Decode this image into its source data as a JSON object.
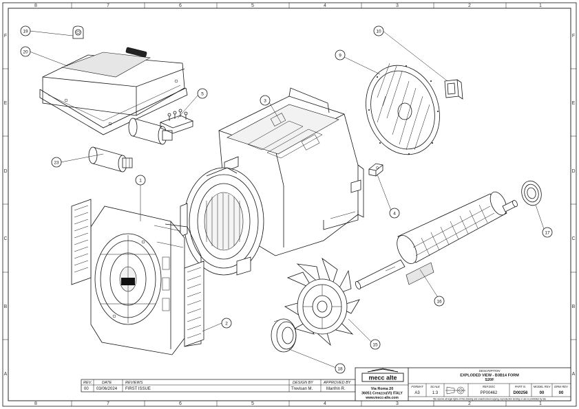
{
  "zones_top": [
    "8",
    "7",
    "6",
    "5",
    "4",
    "3",
    "2",
    "1"
  ],
  "zones_side": [
    "F",
    "E",
    "D",
    "C",
    "B",
    "A"
  ],
  "balloons": [
    {
      "id": "b19",
      "num": "19"
    },
    {
      "id": "b20",
      "num": "20"
    },
    {
      "id": "b5",
      "num": "5"
    },
    {
      "id": "b3",
      "num": "3"
    },
    {
      "id": "b9",
      "num": "9"
    },
    {
      "id": "b10",
      "num": "10"
    },
    {
      "id": "b23",
      "num": "23"
    },
    {
      "id": "b1",
      "num": "1"
    },
    {
      "id": "b4",
      "num": "4"
    },
    {
      "id": "b17",
      "num": "17"
    },
    {
      "id": "b16",
      "num": "16"
    },
    {
      "id": "b2",
      "num": "2"
    },
    {
      "id": "b15",
      "num": "15"
    },
    {
      "id": "b18",
      "num": "18"
    }
  ],
  "revisions": {
    "headers": {
      "rev": "REV.",
      "date": "DATE",
      "reviews": "REVIEWS",
      "design_by": "DESIGN BY",
      "approved_by": "APPROVED BY"
    },
    "row": {
      "rev": "00",
      "date": "03/06/2024",
      "reviews": "FIRST ISSUE",
      "design_by": "Trevisan M.",
      "approved_by": "Manfrin R."
    }
  },
  "company": {
    "logo": "mecc alte",
    "address1": "Via Roma 20",
    "address2": "36051 Creazzo(VI) ITALY",
    "web": "www.mecc-alte.com"
  },
  "title_block": {
    "description_label": "DESCRIPTION",
    "description_line1": "EXPLODED VIEW - B3B14 FORM",
    "description_line2": "S20F",
    "format_label": "FORMAT",
    "format": "A3",
    "scale_label": "SCALE",
    "scale": "1:3",
    "refdoc_label": "REF.DOC",
    "refdoc": "PP00462",
    "part_label": "PART N.",
    "part": "D00256",
    "model_rev_label": "MODEL REV",
    "model_rev": "00",
    "drw_rev_label": "DRW REV",
    "drw_rev": "00",
    "notice": "We reserve all legal rights of this drawing and unauthorized copying, reproduction lending or use is prohibited by law"
  }
}
